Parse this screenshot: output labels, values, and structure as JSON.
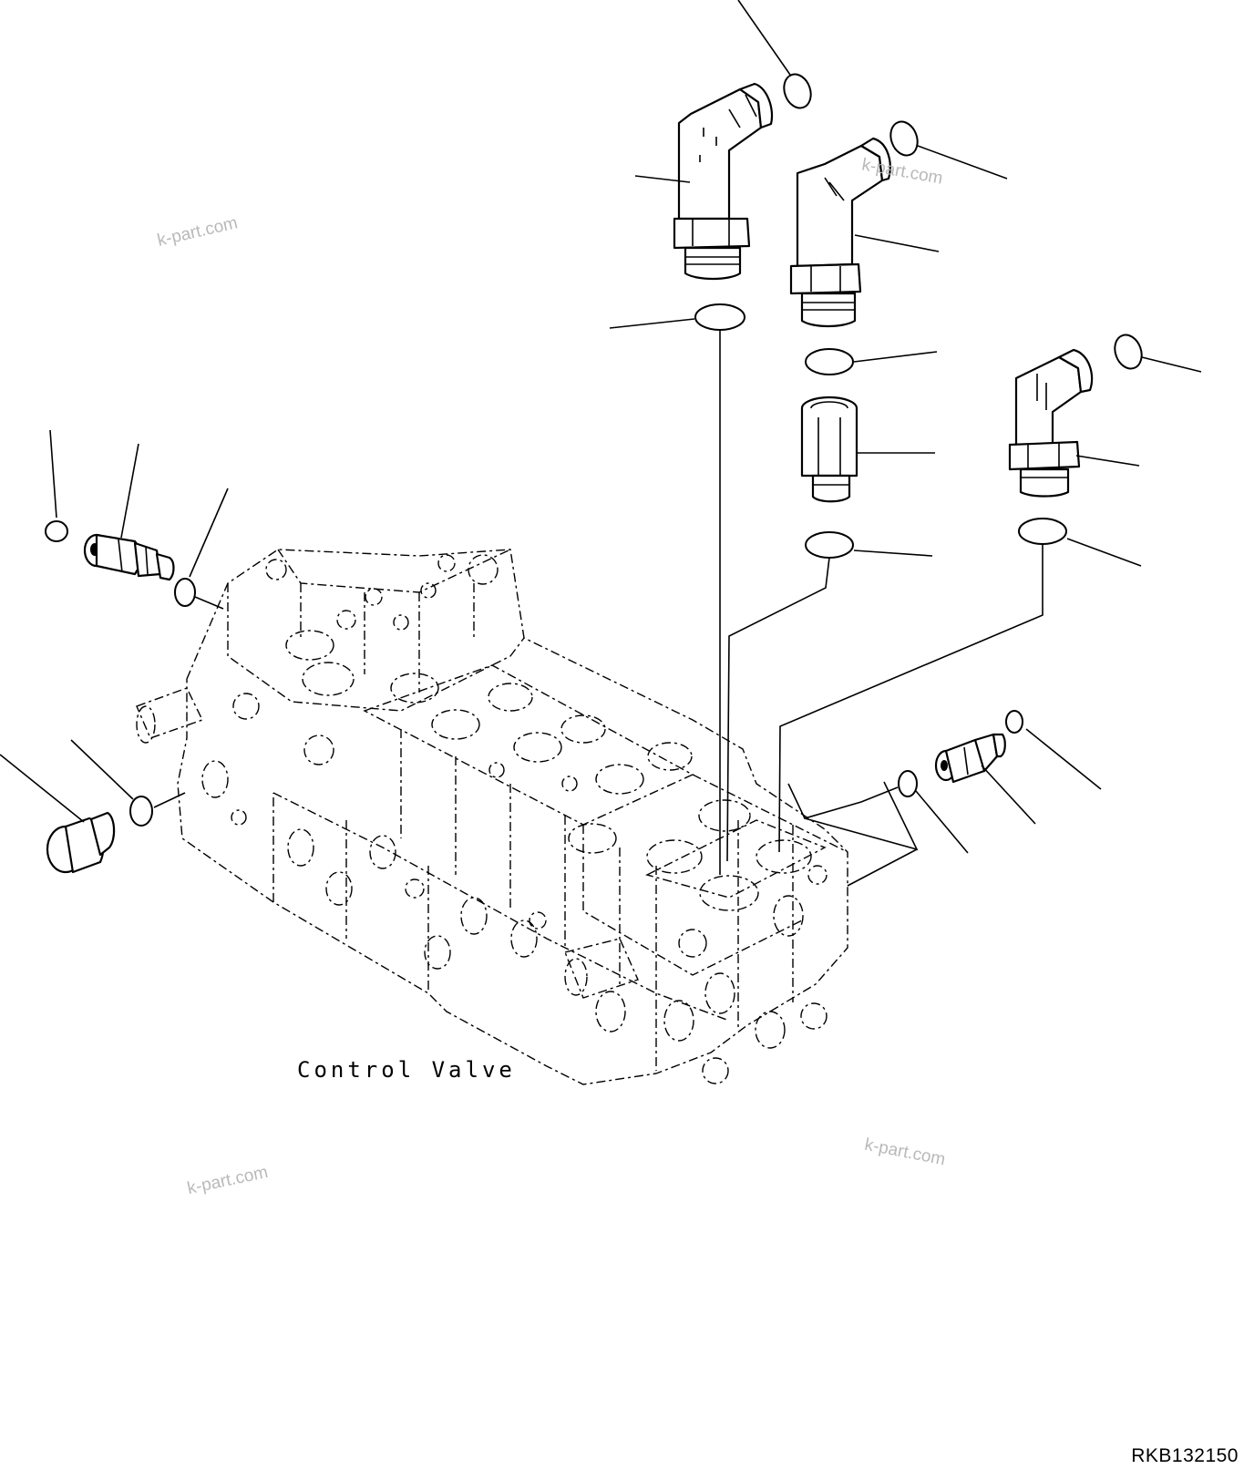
{
  "diagram": {
    "caption": "Control Valve",
    "drawing_code": "RKB132150",
    "watermarks": [
      "k-part.com",
      "k-part.com",
      "k-part.com",
      "k-part.com"
    ]
  }
}
